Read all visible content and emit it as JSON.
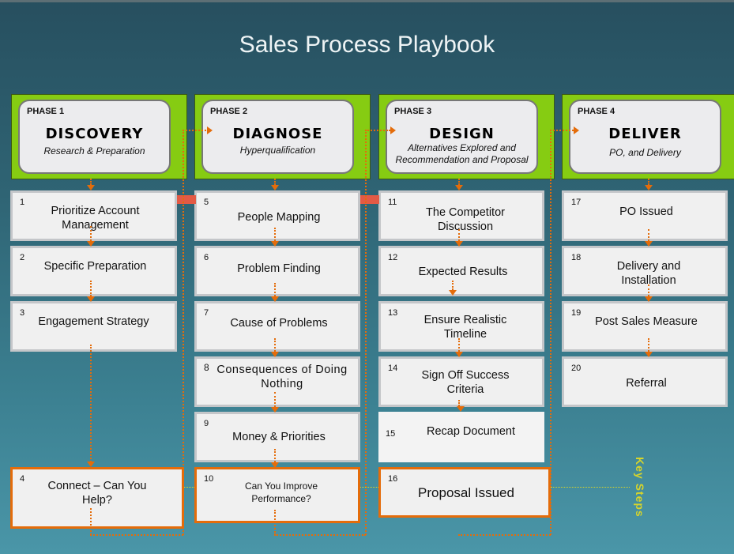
{
  "title": "Sales Process Playbook",
  "phases": [
    {
      "num": "PHASE 1",
      "name": "DISCOVERY",
      "subtitle": "Research & Preparation"
    },
    {
      "num": "PHASE 2",
      "name": "DIAGNOSE",
      "subtitle": "Hyperqualification"
    },
    {
      "num": "PHASE 3",
      "name": "DESIGN",
      "subtitle": "Alternatives Explored and Recommendation and Proposal"
    },
    {
      "num": "PHASE 4",
      "name": "DELIVER",
      "subtitle": "PO, and Delivery"
    }
  ],
  "steps": [
    {
      "num": "1",
      "label": "Prioritize Account Management"
    },
    {
      "num": "2",
      "label": "Specific Preparation"
    },
    {
      "num": "3",
      "label": "Engagement Strategy"
    },
    {
      "num": "4",
      "label": "Connect – Can You Help?"
    },
    {
      "num": "5",
      "label": "People Mapping"
    },
    {
      "num": "6",
      "label": "Problem Finding"
    },
    {
      "num": "7",
      "label": "Cause of Problems"
    },
    {
      "num": "8",
      "label": "Consequences of Doing Nothing"
    },
    {
      "num": "9",
      "label": "Money & Priorities"
    },
    {
      "num": "10",
      "label": "Can You Improve Performance?"
    },
    {
      "num": "11",
      "label": "The Competitor Discussion"
    },
    {
      "num": "12",
      "label": "Expected Results"
    },
    {
      "num": "13",
      "label": "Ensure Realistic Timeline"
    },
    {
      "num": "14",
      "label": "Sign Off Success Criteria"
    },
    {
      "num": "15",
      "label": "Recap Document"
    },
    {
      "num": "16",
      "label": "Proposal Issued"
    },
    {
      "num": "17",
      "label": "PO Issued"
    },
    {
      "num": "18",
      "label": "Delivery and Installation"
    },
    {
      "num": "19",
      "label": "Post Sales Measure"
    },
    {
      "num": "20",
      "label": "Referral"
    }
  ],
  "key_steps_label": "Key Steps",
  "colors": {
    "accent": "#e46c0a",
    "phase_green": "#86cc12",
    "key_steps": "#d8d52a"
  }
}
